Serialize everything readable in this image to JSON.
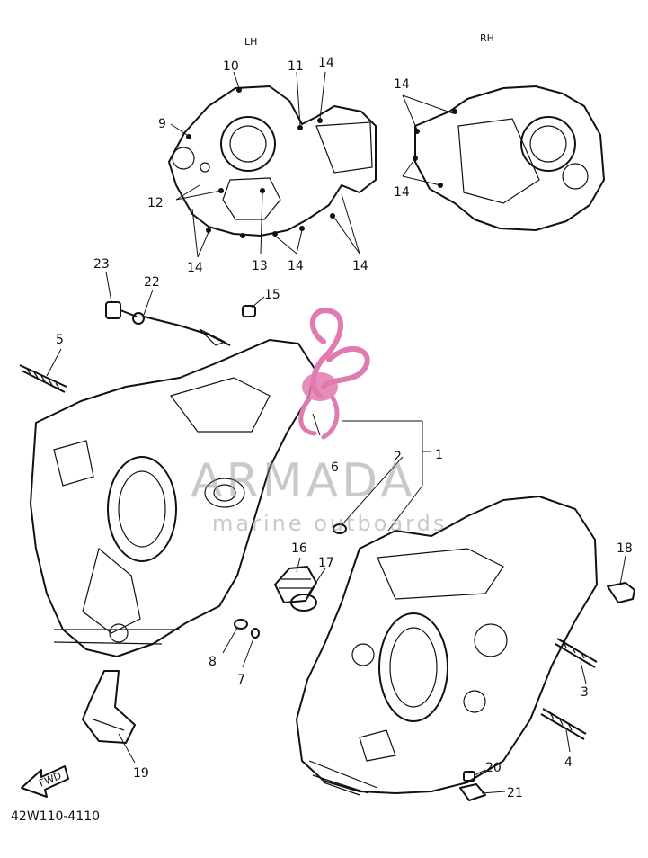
{
  "header": {
    "lh_label": "LH",
    "rh_label": "RH"
  },
  "callouts": {
    "c1": "1",
    "c2": "2",
    "c3": "3",
    "c4": "4",
    "c5": "5",
    "c6": "6",
    "c7": "7",
    "c8": "8",
    "c9": "9",
    "c10": "10",
    "c11": "11",
    "c12": "12",
    "c13": "13",
    "c14": "14",
    "c15": "15",
    "c16": "16",
    "c17": "17",
    "c18": "18",
    "c19": "19",
    "c20": "20",
    "c21": "21",
    "c22": "22",
    "c23": "23"
  },
  "fwd_label": "FWD",
  "footer": {
    "code": "42W110-4110"
  },
  "watermark": {
    "brand": "ARMADA",
    "tagline": "marine outboards"
  },
  "colors": {
    "ink": "#111111",
    "logo_pink": "#e07ab0",
    "watermark_gray": "#8a8a8a"
  }
}
